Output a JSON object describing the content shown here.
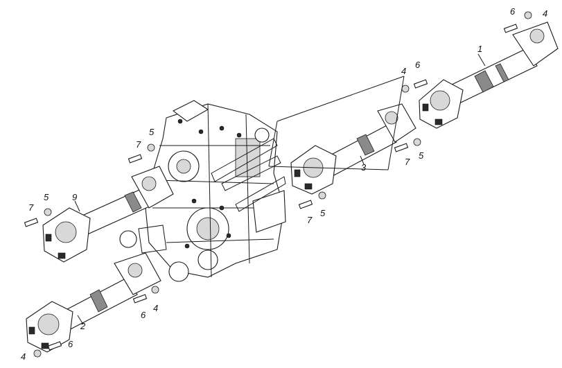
{
  "callouts": {
    "c1": "1",
    "c2": "2",
    "c3": "3",
    "c4a": "4",
    "c4b": "4",
    "c4c": "4",
    "c4d": "4",
    "c5a": "5",
    "c5b": "5",
    "c5c": "5",
    "c5d": "5",
    "c6a": "6",
    "c6b": "6",
    "c6c": "6",
    "c6d": "6",
    "c7a": "7",
    "c7b": "7",
    "c7c": "7",
    "c7d": "7",
    "c9": "9"
  },
  "icons": {
    "shaft": "propeller-shaft",
    "bolt": "bolt",
    "nut": "nut",
    "gearbox": "transfer-case"
  }
}
